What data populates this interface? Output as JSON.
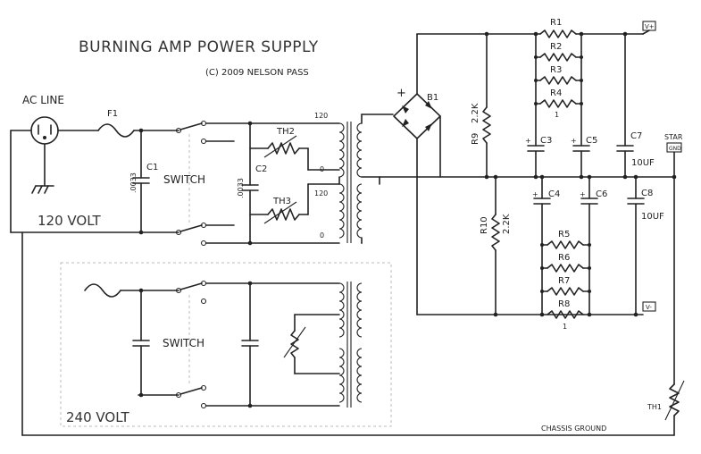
{
  "title": "BURNING AMP POWER SUPPLY",
  "subtitle": "(C) 2009 NELSON PASS",
  "ac_line": "AC LINE",
  "sections": {
    "v120": "120 VOLT",
    "v240": "240 VOLT"
  },
  "switch_label": "SWITCH",
  "fuse": "F1",
  "caps": {
    "c1": "C1",
    "c1_val": ".0033",
    "c2": "C2",
    "c2_val": ".0033",
    "c3": "C3",
    "c4": "C4",
    "c5": "C5",
    "c6": "C6",
    "c7": "C7",
    "c7_val": "10UF",
    "c8": "C8",
    "c8_val": "10UF"
  },
  "thermistors": {
    "th1": "TH1",
    "th2": "TH2",
    "th3": "TH3"
  },
  "transformer": {
    "tap_120a": "120",
    "tap_0a": "0",
    "tap_120b": "120",
    "tap_0b": "0"
  },
  "bridge": "B1",
  "plus": "+",
  "resistors": {
    "r1": "R1",
    "r2": "R2",
    "r3": "R3",
    "r4": "R4",
    "r4_val": "1",
    "r5": "R5",
    "r6": "R6",
    "r7": "R7",
    "r8": "R8",
    "r8_val": "1",
    "r9": "R9",
    "r9_val": "2.2K",
    "r10": "R10",
    "r10_val": "2.2K"
  },
  "terminals": {
    "vplus": "V+",
    "vminus": "V-",
    "star": "STAR",
    "gnd": "GND"
  },
  "chassis_ground": "CHASSIS GROUND"
}
